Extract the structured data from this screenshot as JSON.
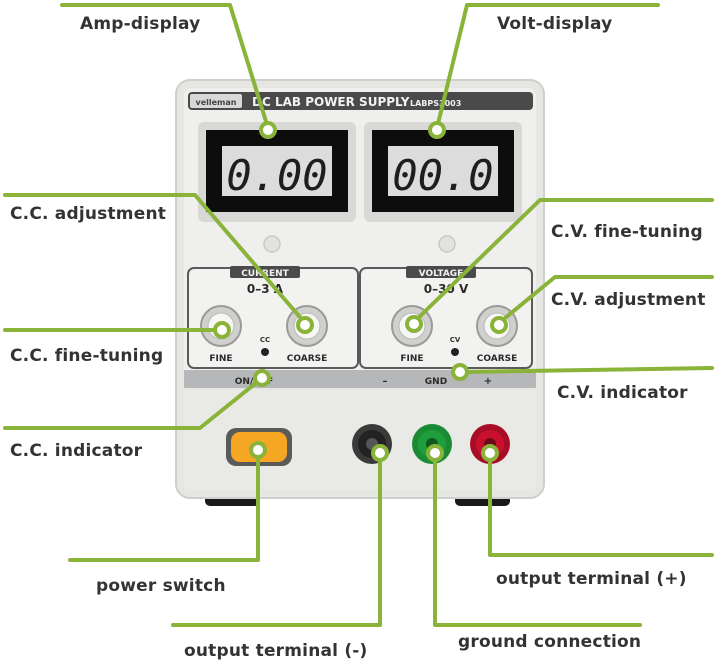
{
  "device": {
    "brand": "velleman",
    "title": "DC LAB POWER SUPPLY",
    "model": "LABPS3003",
    "amp_reading": "0.00",
    "volt_reading": "00.0",
    "current_section": "CURRENT",
    "current_range": "0–3 A",
    "voltage_section": "VOLTAGE",
    "voltage_range": "0–30 V",
    "fine": "FINE",
    "coarse": "COARSE",
    "cc": "CC",
    "cv": "CV",
    "on_off": "ON/OFF",
    "minus": "–",
    "gnd": "GND",
    "plus": "+"
  },
  "labels": {
    "amp_display": "Amp-display",
    "volt_display": "Volt-display",
    "cc_adjustment": "C.C. adjustment",
    "cv_fine_tuning": "C.V. fine-tuning",
    "cv_adjustment": "C.V. adjustment",
    "cc_fine_tuning": "C.C. fine-tuning",
    "cv_indicator": "C.V. indicator",
    "cc_indicator": "C.C. indicator",
    "power_switch": "power switch",
    "output_terminal_plus": "output terminal (+)",
    "output_terminal_minus": "output terminal (-)",
    "ground_connection": "ground connection"
  },
  "colors": {
    "leader": "#8ab33a",
    "display_text": "#1e1e1e",
    "lcd": "#dcdcdc",
    "panel": "#ececea",
    "power_switch": "#f5a623",
    "terminal_black": "#222222",
    "terminal_green": "#1f9e3c",
    "terminal_red": "#c8102e"
  }
}
